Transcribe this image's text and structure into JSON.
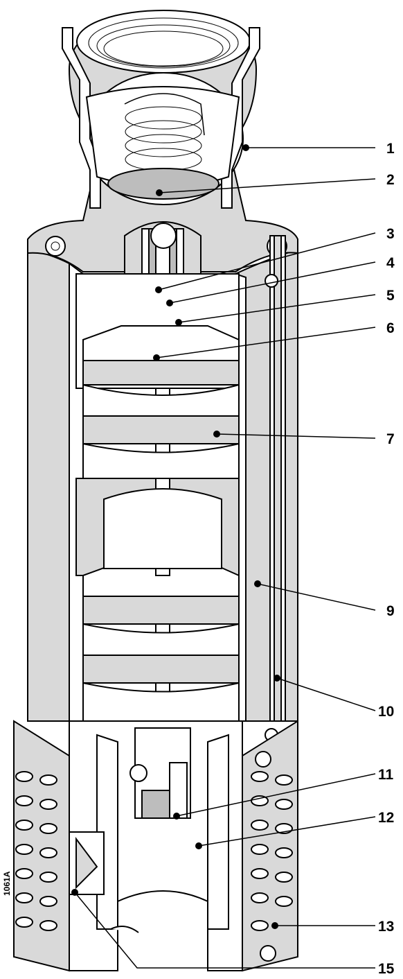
{
  "figure_code": "1061A",
  "callouts": [
    {
      "id": "1",
      "label": "1"
    },
    {
      "id": "2",
      "label": "2"
    },
    {
      "id": "3",
      "label": "3"
    },
    {
      "id": "4",
      "label": "4"
    },
    {
      "id": "5",
      "label": "5"
    },
    {
      "id": "6",
      "label": "6"
    },
    {
      "id": "7",
      "label": "7"
    },
    {
      "id": "9",
      "label": "9"
    },
    {
      "id": "10",
      "label": "10"
    },
    {
      "id": "11",
      "label": "11"
    },
    {
      "id": "12",
      "label": "12"
    },
    {
      "id": "13",
      "label": "13"
    },
    {
      "id": "15",
      "label": "15"
    }
  ]
}
